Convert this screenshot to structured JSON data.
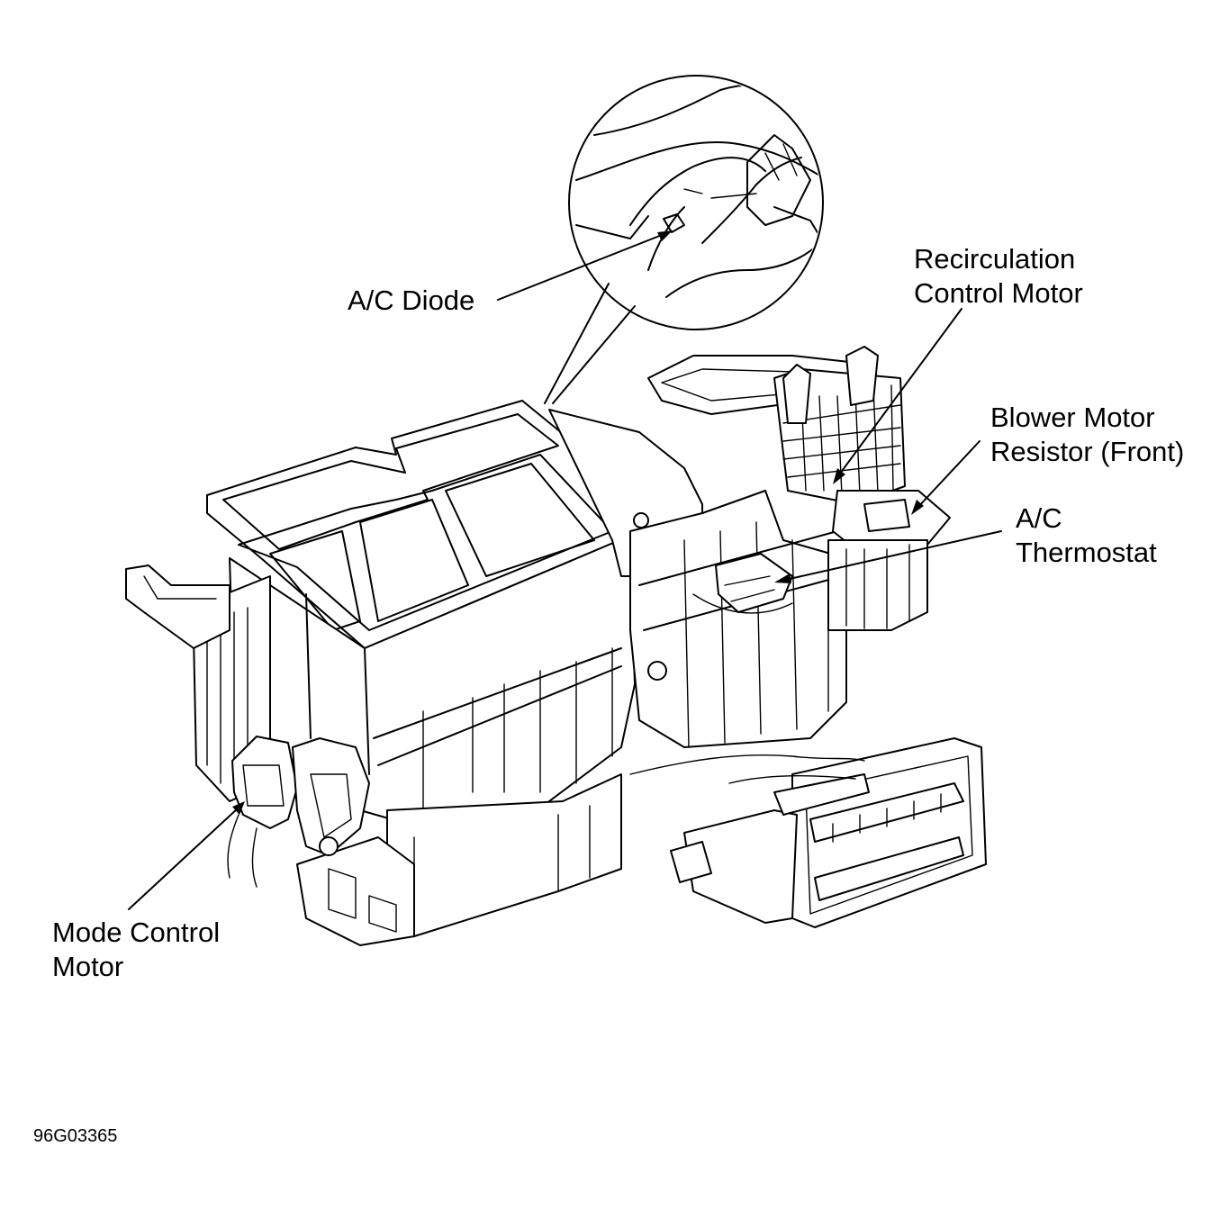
{
  "diagram": {
    "labels": {
      "ac_diode": "A/C Diode",
      "recirc_line1": "Recirculation",
      "recirc_line2": "Control Motor",
      "blower_line1": "Blower Motor",
      "blower_line2": "Resistor (Front)",
      "thermostat_line1": "A/C",
      "thermostat_line2": "Thermostat",
      "mode_line1": "Mode Control",
      "mode_line2": "Motor"
    },
    "figure_code": "96G03365",
    "colors": {
      "line": "#000000",
      "background": "#ffffff"
    }
  }
}
